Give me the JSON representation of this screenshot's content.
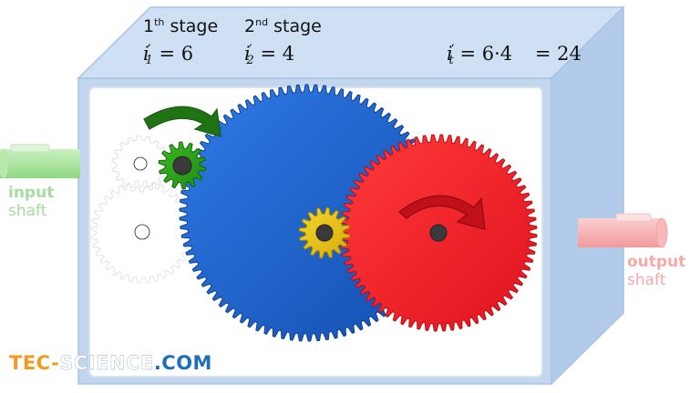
{
  "stages": {
    "first": {
      "prefix": "1",
      "ordinal": "th",
      "word": "stage"
    },
    "second": {
      "prefix": "2",
      "ordinal": "nd",
      "word": "stage"
    }
  },
  "formulas": {
    "stage1": {
      "symbol": "i",
      "subscript": "1",
      "prime": "‘",
      "expression": "= 6"
    },
    "stage2": {
      "symbol": "i",
      "subscript": "2",
      "prime": "‘",
      "expression": "= 4"
    },
    "total": {
      "symbol": "i",
      "subscript": "t",
      "prime": "‘",
      "expression": "= 6·4",
      "result": "= 24"
    }
  },
  "input": {
    "line1": "input",
    "line2": "shaft"
  },
  "output": {
    "line1": "output",
    "line2": "shaft"
  },
  "logo": {
    "part1": "TEC-",
    "part2": "SCIENCE",
    "part3": ".COM"
  },
  "colors": {
    "green_gear": "#2fa31b",
    "blue_gear": "#1f66d6",
    "yellow_gear": "#e8c316",
    "red_gear": "#f21c24",
    "housing": "#bcd3ee",
    "input_shaft": "#a6e39a",
    "output_shaft": "#f6b4b6",
    "input_label": "#a6dca0",
    "output_label": "#f5aaa8"
  }
}
